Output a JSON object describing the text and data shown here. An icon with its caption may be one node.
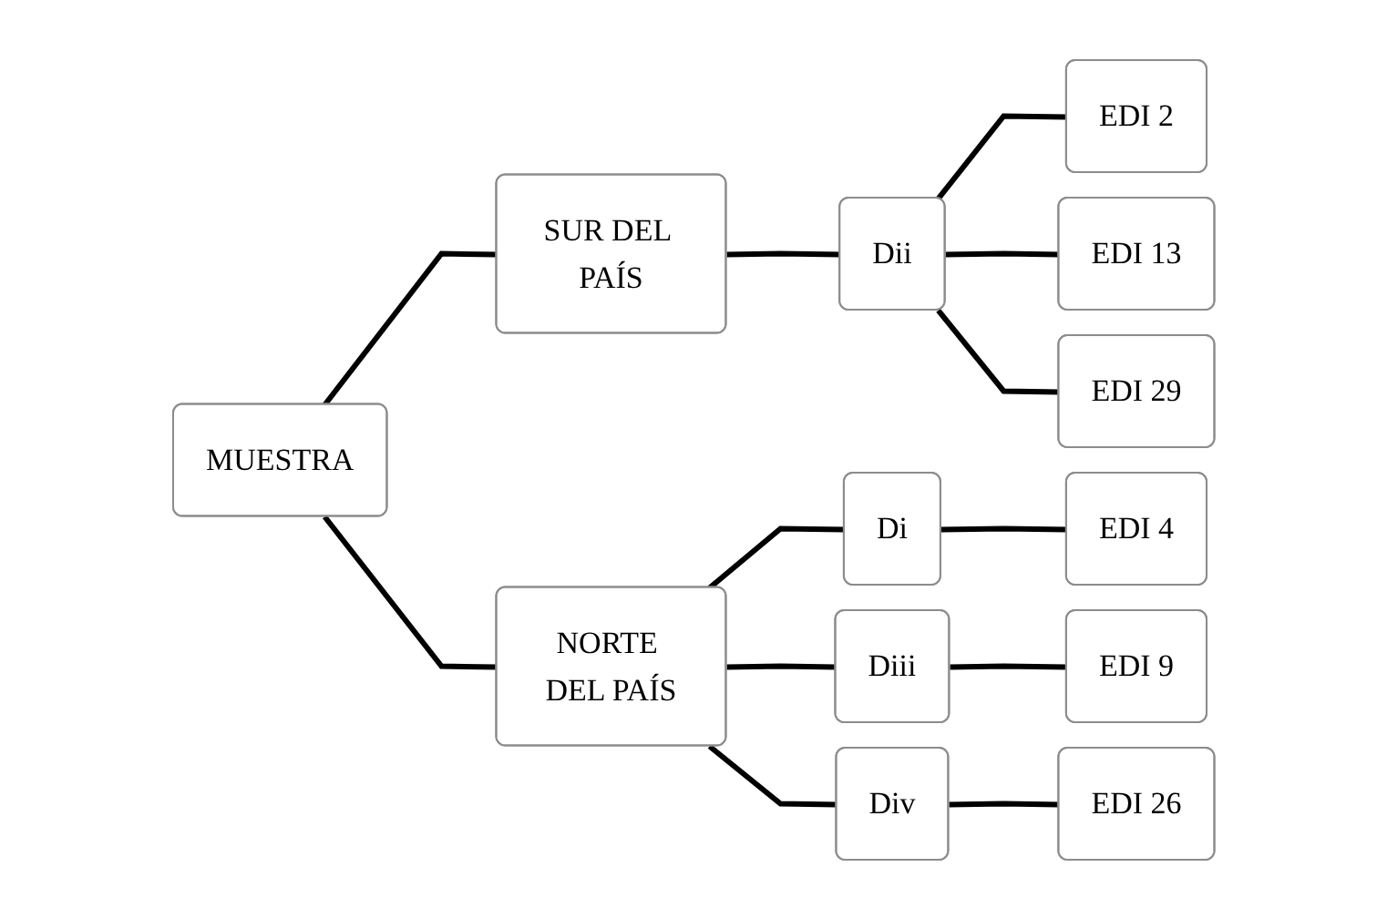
{
  "diagram": {
    "nodes": [
      {
        "text": [
          "MUESTRA"
        ]
      },
      {
        "text": [
          "SUR DEL PAÍS"
        ]
      },
      {
        "text": [
          "NORTE DEL PAÍS"
        ]
      },
      {
        "text": [
          "Dii"
        ]
      },
      {
        "text": [
          "Di"
        ]
      },
      {
        "text": [
          "Diii"
        ]
      },
      {
        "text": [
          "Div"
        ]
      },
      {
        "text": [
          "EDI 2"
        ]
      },
      {
        "text": [
          "EDI 13"
        ]
      },
      {
        "text": [
          "EDI 29"
        ]
      },
      {
        "text": [
          "EDI 4"
        ]
      },
      {
        "text": [
          "EDI 9"
        ]
      },
      {
        "text": [
          "EDI 26"
        ]
      }
    ],
    "edges": [
      {
        "from": 0,
        "to": 1,
        "arrow": "none"
      },
      {
        "from": 0,
        "to": 2,
        "arrow": "none"
      },
      {
        "from": 1,
        "to": 3,
        "arrow": "none"
      },
      {
        "from": 3,
        "to": 7,
        "arrow": "none"
      },
      {
        "from": 3,
        "to": 8,
        "arrow": "none"
      },
      {
        "from": 3,
        "to": 9,
        "arrow": "none"
      },
      {
        "from": 2,
        "to": 4,
        "arrow": "none"
      },
      {
        "from": 2,
        "to": 5,
        "arrow": "none"
      },
      {
        "from": 2,
        "to": 6,
        "arrow": "none"
      },
      {
        "from": 4,
        "to": 10,
        "arrow": "none"
      },
      {
        "from": 5,
        "to": 11,
        "arrow": "none"
      },
      {
        "from": 6,
        "to": 12,
        "arrow": "none"
      }
    ]
  }
}
